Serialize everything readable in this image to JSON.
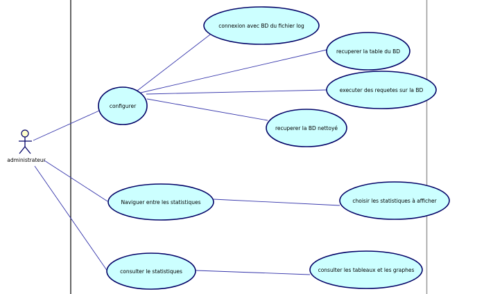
{
  "diagram": {
    "type": "use-case",
    "colors": {
      "ellipse_fill": "#ccffff",
      "ellipse_stroke": "#000066",
      "association": "#3333aa",
      "actor_head_fill": "#ffffcc",
      "actor_stroke": "#000066",
      "left_boundary": "#000000",
      "right_boundary": "#999999"
    },
    "actor": {
      "id": "administrateur",
      "label": "administrateur"
    },
    "use_cases": [
      {
        "id": "connexion",
        "label": "connexion avec BD du fichier log"
      },
      {
        "id": "recuperer-table",
        "label": "recuperer la table du BD"
      },
      {
        "id": "executer",
        "label": "executer des requetes sur la BD"
      },
      {
        "id": "recuperer-nettoye",
        "label": "recuperer la BD nettoyé"
      },
      {
        "id": "configurer",
        "label": "configurer"
      },
      {
        "id": "naviguer",
        "label": "Naviguer entre les statistiques"
      },
      {
        "id": "choisir",
        "label": "choisir les statistiques à afficher"
      },
      {
        "id": "consulter-stats",
        "label": "consulter le statistiques"
      },
      {
        "id": "consulter-tableaux",
        "label": "consulter les tableaux et les graphes"
      }
    ],
    "associations": [
      {
        "from": "administrateur",
        "to": "configurer"
      },
      {
        "from": "administrateur",
        "to": "naviguer"
      },
      {
        "from": "administrateur",
        "to": "consulter-stats"
      },
      {
        "from": "configurer",
        "to": "connexion"
      },
      {
        "from": "configurer",
        "to": "recuperer-table"
      },
      {
        "from": "configurer",
        "to": "executer"
      },
      {
        "from": "configurer",
        "to": "recuperer-nettoye"
      },
      {
        "from": "naviguer",
        "to": "choisir"
      },
      {
        "from": "consulter-stats",
        "to": "consulter-tableaux"
      }
    ]
  }
}
